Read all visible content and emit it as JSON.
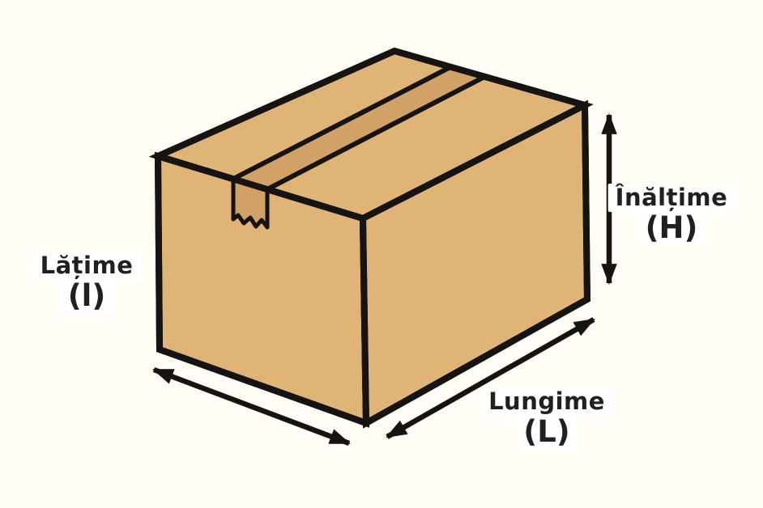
{
  "labels": {
    "width": {
      "text": "Lățime",
      "symbol": "(l)"
    },
    "height": {
      "text": "Înălțime",
      "symbol": "(H)"
    },
    "length": {
      "text": "Lungime",
      "symbol": "(L)"
    }
  },
  "icons": {
    "width_arrow": "double-headed-diagonal-arrow",
    "height_arrow": "double-headed-vertical-arrow",
    "length_arrow": "double-headed-diagonal-arrow"
  },
  "colors": {
    "background": "#fffdf6",
    "box_face": "#e0b377",
    "tape": "#d1a168",
    "outline": "#151412",
    "text": "#20201e",
    "label_bg": "#ffffff"
  }
}
